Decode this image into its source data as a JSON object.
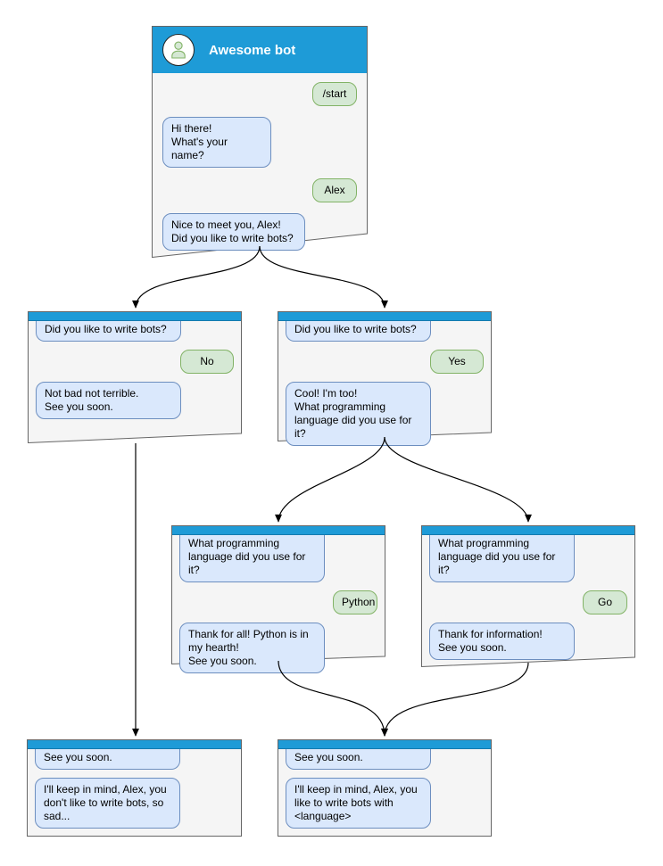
{
  "colors": {
    "header_blue": "#1E9BD7",
    "window_fill": "#F5F5F5",
    "window_border": "#666666",
    "bot_bubble_fill": "#DAE8FC",
    "bot_bubble_border": "#6C8EBF",
    "user_bubble_fill": "#D5E8D4",
    "user_bubble_border": "#82B366",
    "connector": "#000000"
  },
  "windows": {
    "start": {
      "title": "Awesome bot",
      "messages": {
        "m1": "/start",
        "m2": "Hi there!\nWhat's your name?",
        "m3": "Alex",
        "m4": "Nice to meet you, Alex!\nDid you like to write bots?"
      }
    },
    "no": {
      "messages": {
        "m1": "Did you like to write bots?",
        "m2": "No",
        "m3": "Not bad not terrible.\nSee you soon."
      }
    },
    "yes": {
      "messages": {
        "m1": "Did you like to write bots?",
        "m2": "Yes",
        "m3": "Cool! I'm too!\nWhat programming\nlanguage did you use for it?"
      }
    },
    "python": {
      "messages": {
        "m1": "What programming\nlanguage did you use for it?",
        "m2": "Python",
        "m3": "Thank for all! Python is in\nmy hearth!\nSee you soon."
      }
    },
    "go": {
      "messages": {
        "m1": "What programming\nlanguage did you use for it?",
        "m2": "Go",
        "m3": "Thank for information!\nSee you soon."
      }
    },
    "bye_sad": {
      "messages": {
        "m1": "See you soon.",
        "m2": "I'll keep in mind, Alex, you\ndon't like to write bots, so\nsad..."
      }
    },
    "bye_lang": {
      "messages": {
        "m1": "See you soon.",
        "m2": "I'll keep in mind, Alex, you\nlike to write bots with\n<language>"
      }
    }
  }
}
